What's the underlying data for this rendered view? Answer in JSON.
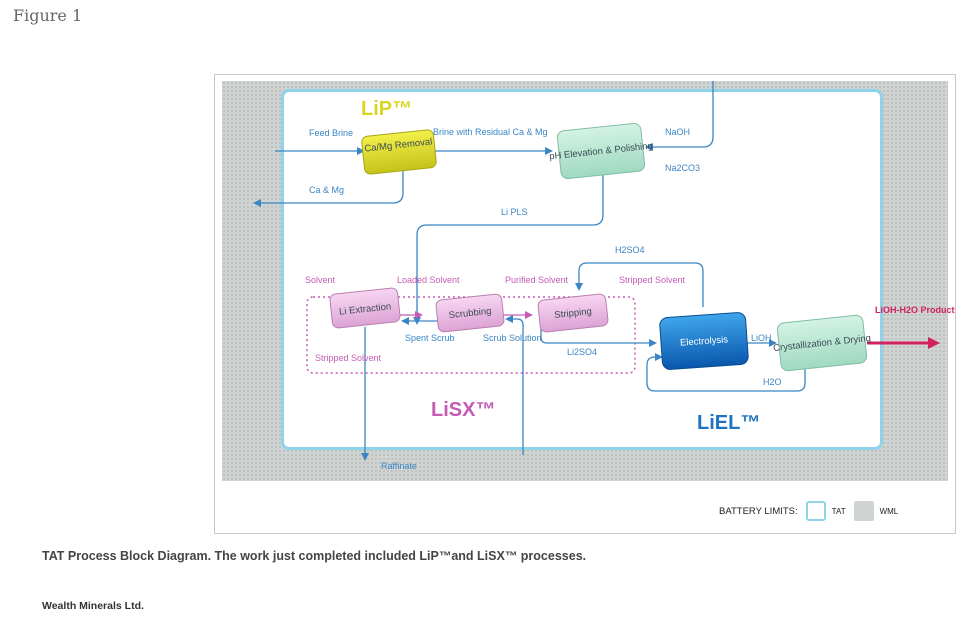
{
  "figure_label": "Figure 1",
  "caption": "TAT Process Block Diagram. The work just completed included LiP™and LiSX™ processes.",
  "credit": "Wealth Minerals Ltd.",
  "colors": {
    "stream_blue": "#3a86c4",
    "lisx_pink": "#c45cb4",
    "lip_yellow": "#d8d623",
    "product_red": "#d1225f",
    "tat_border": "#8fd3ea"
  },
  "sections": {
    "lip": "LiP™",
    "lisx": "LiSX™",
    "liel": "LiEL™"
  },
  "units": {
    "camg_removal": "Ca/Mg Removal",
    "ph_elevation": "pH Elevation & Polishing",
    "li_extraction": "Li Extraction",
    "scrubbing": "Scrubbing",
    "stripping": "Stripping",
    "electrolysis": "Electrolysis",
    "crystallization": "Crystallization & Drying"
  },
  "streams": {
    "feed_brine": "Feed Brine",
    "brine_residual": "Brine with Residual Ca & Mg",
    "naoh": "NaOH",
    "na2co3": "Na2CO3",
    "ca_mg": "Ca & Mg",
    "li_pls": "Li PLS",
    "solvent": "Solvent",
    "loaded_solvent": "Loaded Solvent",
    "purified_solvent": "Purified Solvent",
    "stripped_solvent_top": "Stripped Solvent",
    "h2so4": "H2SO4",
    "spent_scrub": "Spent Scrub",
    "scrub_solution": "Scrub Solution",
    "li2so4": "Li2SO4",
    "stripped_solvent_bottom": "Stripped Solvent",
    "lioh": "LiOH",
    "h2o": "H2O",
    "product": "LiOH-H2O Product",
    "raffinate": "Raffinate"
  },
  "legend": {
    "title": "BATTERY LIMITS:",
    "tat": "TAT",
    "wml": "WML"
  }
}
